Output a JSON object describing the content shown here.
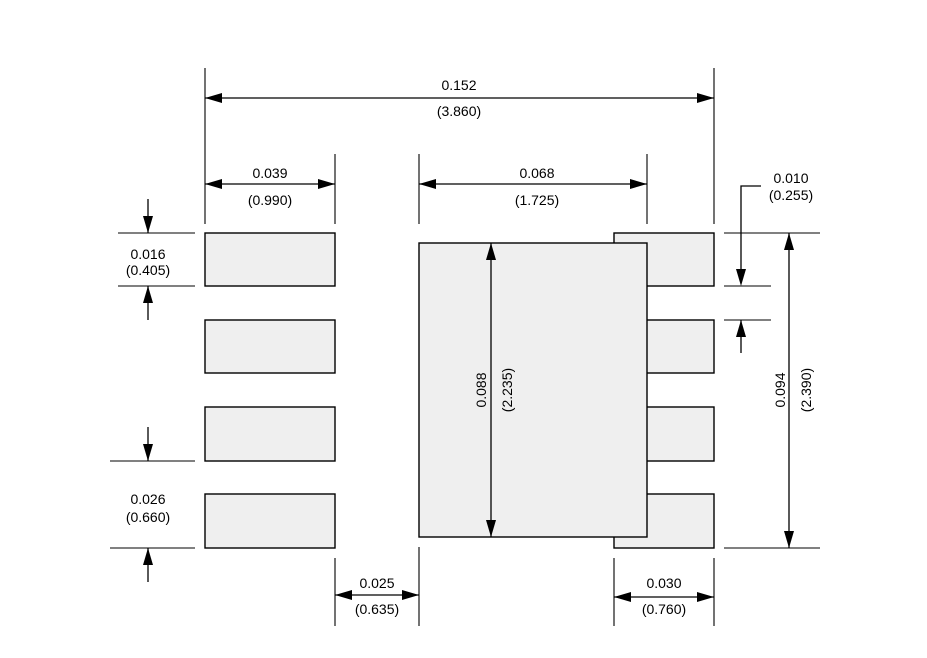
{
  "dimensions": {
    "overall_width": {
      "inch": "0.152",
      "mm": "(3.860)"
    },
    "pad_length": {
      "inch": "0.039",
      "mm": "(0.990)"
    },
    "thermal_pad_width": {
      "inch": "0.068",
      "mm": "(1.725)"
    },
    "right_inner_offset": {
      "inch": "0.010",
      "mm": "(0.255)"
    },
    "pad_width": {
      "inch": "0.016",
      "mm": "(0.405)"
    },
    "pitch": {
      "inch": "0.026",
      "mm": "(0.660)"
    },
    "thermal_pad_height": {
      "inch": "0.088",
      "mm": "(2.235)"
    },
    "overall_height": {
      "inch": "0.094",
      "mm": "(2.390)"
    },
    "pad_gap": {
      "inch": "0.025",
      "mm": "(0.635)"
    },
    "right_pad_length": {
      "inch": "0.030",
      "mm": "(0.760)"
    }
  },
  "colors": {
    "pad_fill": "#efefef",
    "line": "#000000",
    "background": "#ffffff"
  }
}
